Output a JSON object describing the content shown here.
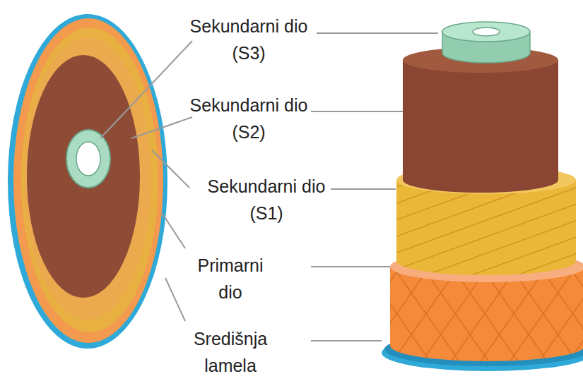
{
  "diagram": {
    "labels": [
      "Sekundarni dio (S3)",
      "Sekundarni dio (S2)",
      "Sekundarni dio (S1)",
      "Primarni dio",
      "Središnja lamela"
    ]
  }
}
